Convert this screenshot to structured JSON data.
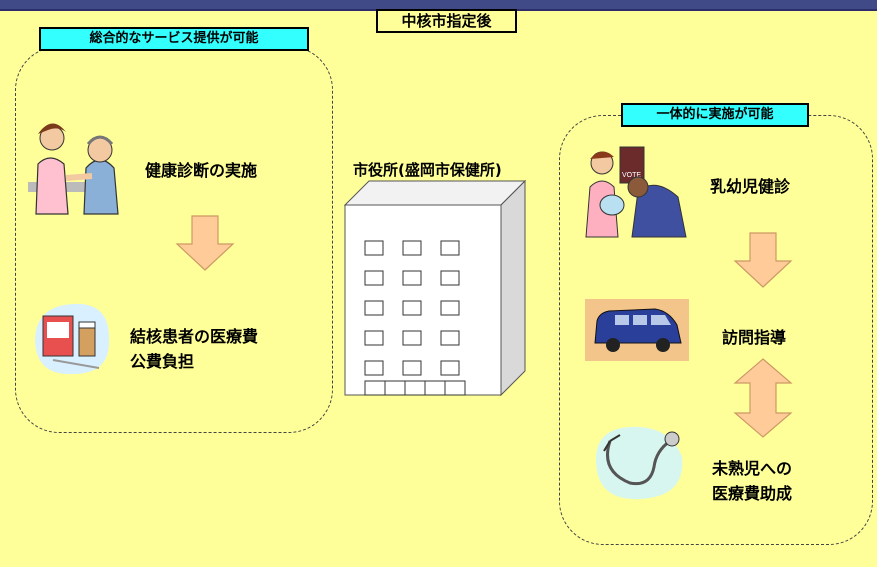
{
  "title": "中核市指定後",
  "left_group": {
    "badge": "総合的なサービス提供が可能",
    "step1": "健康診断の実施",
    "step2_line1": "結核患者の医療費",
    "step2_line2": "公費負担"
  },
  "center": {
    "building_label": "市役所(盛岡市保健所)"
  },
  "right_group": {
    "badge": "一体的に実施が可能",
    "step1": "乳幼児健診",
    "step2": "訪問指導",
    "step3_line1": "未熟児への",
    "step3_line2": "医療費助成"
  },
  "clipart_text": {
    "vote_sign": "VOTE"
  },
  "colors": {
    "background": "#ffff99",
    "badge": "#33ffff",
    "arrow_fill": "#ffcc99",
    "arrow_stroke": "#cc9966"
  }
}
